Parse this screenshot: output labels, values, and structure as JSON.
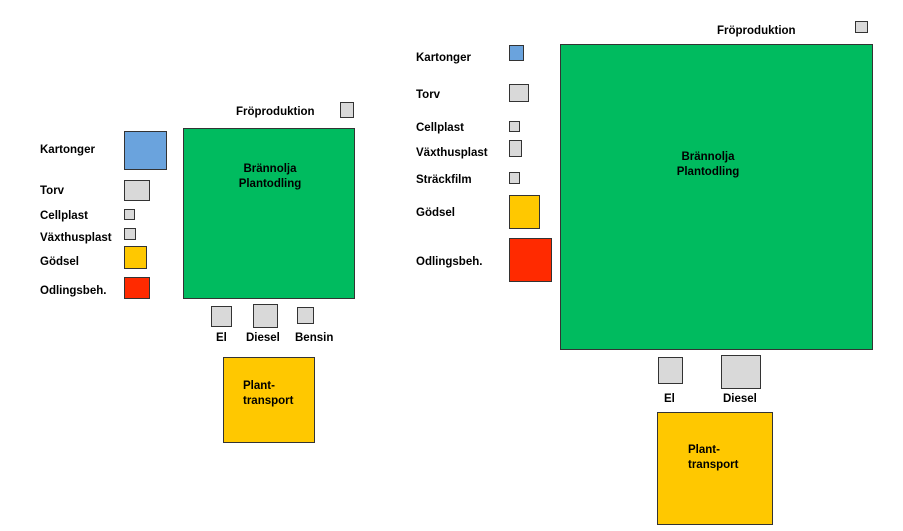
{
  "colors": {
    "green": "#00bb5f",
    "blue": "#6aa3dd",
    "gray": "#d9d9d9",
    "yellow": "#ffc800",
    "red": "#ff2a00"
  },
  "left": {
    "froproduktion": "Fröproduktion",
    "kartonger": "Kartonger",
    "torv": "Torv",
    "cellplast": "Cellplast",
    "vaxthusplast": "Växthusplast",
    "godsel": "Gödsel",
    "odlingsbeh": "Odlingsbeh.",
    "main": "Brännolja\nPlantodling",
    "el": "El",
    "diesel": "Diesel",
    "bensin": "Bensin",
    "transport": "Plant-\ntransport"
  },
  "right": {
    "froproduktion": "Fröproduktion",
    "kartonger": "Kartonger",
    "torv": "Torv",
    "cellplast": "Cellplast",
    "vaxthusplast": "Växthusplast",
    "strackfilm": "Sträckfilm",
    "godsel": "Gödsel",
    "odlingsbeh": "Odlingsbeh.",
    "main": "Brännolja\nPlantodling",
    "el": "El",
    "diesel": "Diesel",
    "transport": "Plant-\ntransport"
  }
}
